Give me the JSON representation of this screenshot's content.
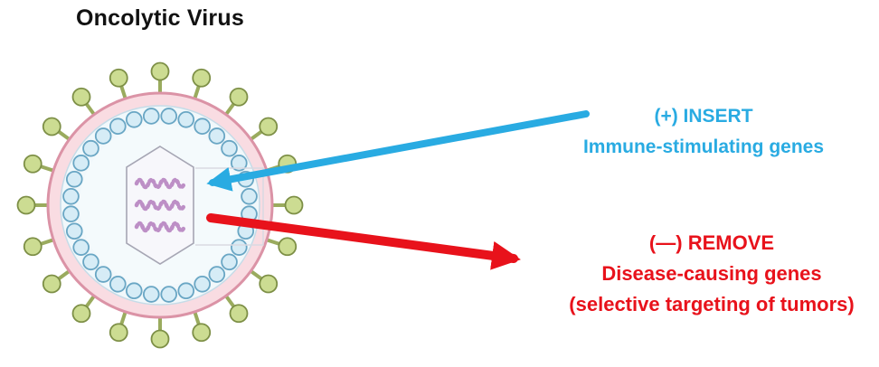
{
  "title": "Oncolytic Virus",
  "annotations": {
    "insert": {
      "line1": "(+) INSERT",
      "line2": "Immune-stimulating genes",
      "color": "#29ABE2"
    },
    "remove": {
      "line1": "(—) REMOVE",
      "line2": "Disease-causing genes",
      "line3": "(selective targeting of tumors)",
      "color": "#E8121B"
    }
  },
  "virus": {
    "envelope_fill": "#F9DCE2",
    "envelope_stroke": "#DB93A6",
    "inner_fill": "#F1F8FB",
    "inner_stroke": "#C5DCE8",
    "spike_fill": "#CCDC92",
    "spike_stroke": "#7D8F46",
    "spike_stem": "#9AAB5E",
    "bead_fill": "#D6ECF6",
    "bead_stroke": "#69A6C4",
    "core_fill": "#F4FAFC",
    "capsid_fill": "#F7F7FB",
    "capsid_stroke": "#A6A6B4",
    "genome_color": "#BD8FC6",
    "callout_color": "#D9D9E2"
  }
}
